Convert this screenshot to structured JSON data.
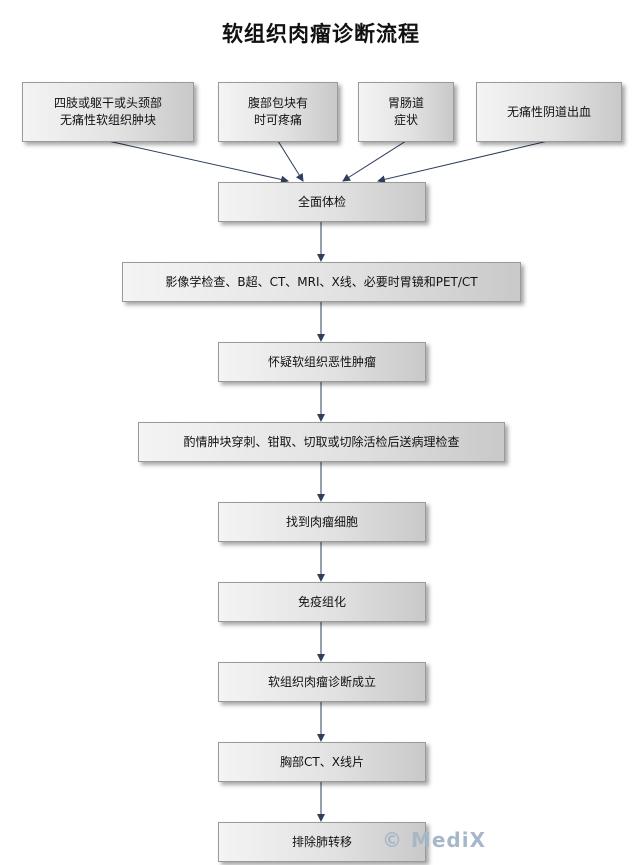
{
  "title": "软组织肉瘤诊断流程",
  "sources": [
    "四肢或躯干或头颈部\n无痛性软组织肿块",
    "腹部包块有\n时可疼痛",
    "胃肠道\n症状",
    "无痛性阴道出血"
  ],
  "steps": [
    "全面体检",
    "影像学检查、B超、CT、MRI、X线、必要时胃镜和PET/CT",
    "怀疑软组织恶性肿瘤",
    "酌情肿块穿刺、钳取、切取或切除活检后送病理检查",
    "找到肉瘤细胞",
    "免疫组化",
    "软组织肉瘤诊断成立",
    "胸部CT、X线片",
    "排除肺转移"
  ],
  "watermark": "© MediX"
}
